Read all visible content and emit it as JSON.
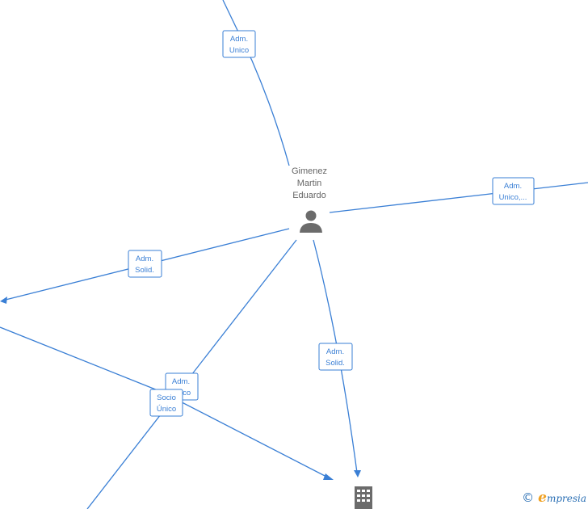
{
  "person": {
    "name_lines": [
      "Gimenez",
      "Martin",
      "Eduardo"
    ]
  },
  "edge_labels": [
    {
      "id": "top",
      "lines": [
        "Adm.",
        "Unico"
      ]
    },
    {
      "id": "right",
      "lines": [
        "Adm.",
        "Unico,..."
      ]
    },
    {
      "id": "left",
      "lines": [
        "Adm.",
        "Solid."
      ]
    },
    {
      "id": "bottom",
      "lines": [
        "Adm.",
        "Solid."
      ]
    },
    {
      "id": "mid-back",
      "lines": [
        "Adm.",
        "Unico"
      ]
    },
    {
      "id": "mid-front",
      "lines": [
        "Socio",
        "Único"
      ]
    }
  ],
  "footer": {
    "copyright_symbol": "©",
    "brand_initial": "e",
    "brand_rest": "mpresia"
  },
  "colors": {
    "edge": "#3a7fd5",
    "icon": "#6b6b6b",
    "brand": "#2a6fb4",
    "brand_accent": "#f0a020"
  }
}
